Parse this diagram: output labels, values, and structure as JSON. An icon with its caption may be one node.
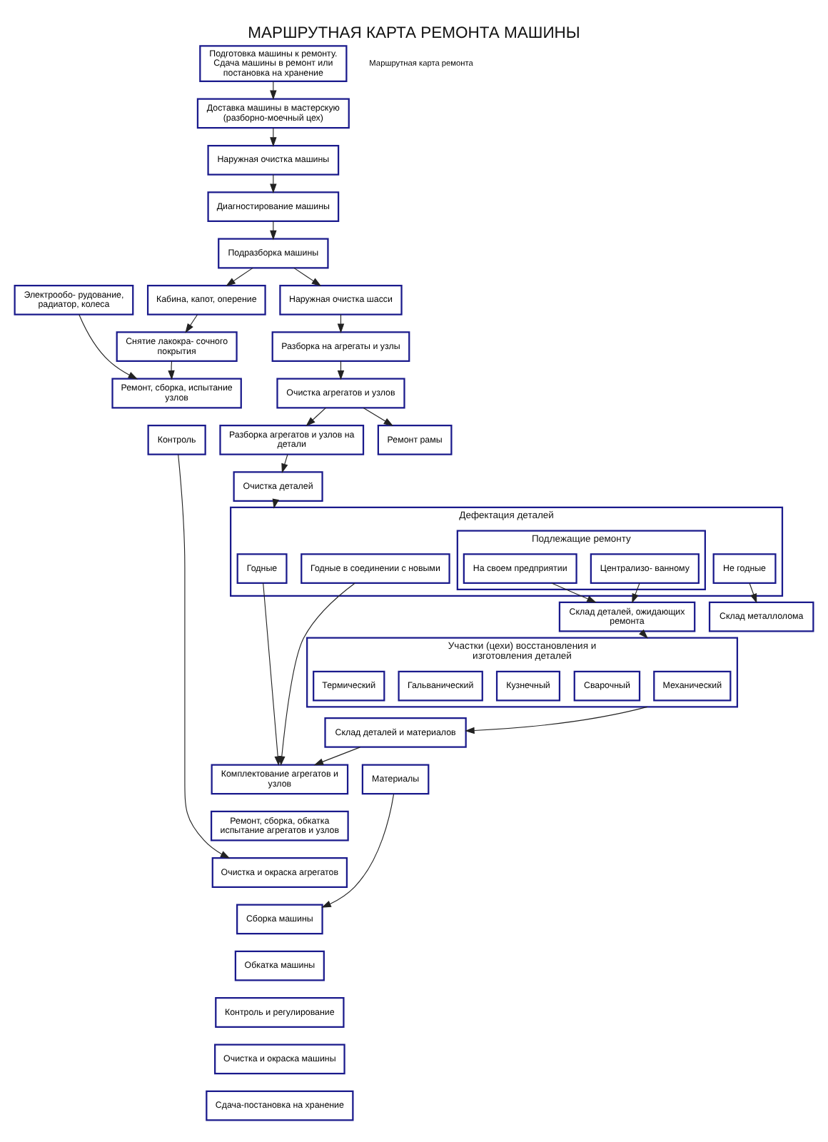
{
  "diagram": {
    "title": "МАРШРУТНАЯ КАРТА РЕМОНТА МАШИНЫ",
    "nodes": [
      {
        "text": [
          "Подготовка машины к ремонту. Сдача машины в ремонт или постановка на хранение"
        ]
      },
      {
        "text": [
          "Доставка машины в мастерскую (разборно-моечный цех)"
        ]
      },
      {
        "text": [
          "Наружная очистка машины"
        ]
      },
      {
        "text": [
          "Диагностирование машины"
        ]
      },
      {
        "text": [
          "Подразборка машины"
        ]
      },
      {
        "text": [
          "Кабина, капот, оперение"
        ]
      },
      {
        "text": [
          "Электрообо- рудование, радиатор, колеса"
        ]
      },
      {
        "text": [
          "Наружная очистка шасси"
        ]
      },
      {
        "text": [
          "Разборка на агрегаты и узлы"
        ]
      },
      {
        "text": [
          "Очистка агрегатов и узлов"
        ]
      },
      {
        "text": [
          "Ремонт рамы"
        ]
      },
      {
        "text": [
          "Разборка агрегатов и узлов на детали"
        ]
      },
      {
        "text": [
          "Склад металлолома"
        ]
      },
      {
        "text": [
          "Очистка деталей"
        ]
      },
      {
        "text": [
          "Дефектация деталей"
        ]
      },
      {
        "text": [
          "Годные"
        ],
        "in": 14
      },
      {
        "text": [
          "Годные в соединении с новыми"
        ],
        "in": 14
      },
      {
        "text": [
          "Подлежащие ремонту"
        ],
        "in": 14
      },
      {
        "text": [
          "Централизо- ванному"
        ],
        "in": 17
      },
      {
        "text": [
          "На своем предприятии"
        ],
        "in": 17
      },
      {
        "text": [
          "Не годные"
        ],
        "in": 14
      },
      {
        "text": [
          "Склад деталей, ожидающих ремонта"
        ]
      },
      {
        "text": [
          "Снятие лакокра- сочного покрытия"
        ]
      },
      {
        "text": [
          "Ремонт, сборка, испытание узлов"
        ]
      },
      {
        "text": [
          "Контроль"
        ]
      },
      {
        "text": [
          "Участки (цехи) восстановления и изготовления деталей"
        ]
      },
      {
        "text": [
          "Механический"
        ],
        "in": 25
      },
      {
        "text": [
          "Сварочный"
        ],
        "in": 25
      },
      {
        "text": [
          "Кузнечный"
        ],
        "in": 25
      },
      {
        "text": [
          "Гальванический"
        ],
        "in": 25
      },
      {
        "text": [
          "Термический"
        ],
        "in": 25
      },
      {
        "text": [
          "Комплектование агрегатов и узлов"
        ]
      },
      {
        "text": [
          "Ремонт, сборка, обкатка испытание агрегатов и узлов"
        ]
      },
      {
        "text": [
          "Очистка и окраска агрегатов"
        ]
      },
      {
        "text": [
          "Сборка машины"
        ]
      },
      {
        "text": [
          "Обкатка машины"
        ]
      },
      {
        "text": [
          "Контроль и регулирование"
        ]
      },
      {
        "text": [
          "Очистка и окраска машины"
        ]
      },
      {
        "text": [
          "Сдача-постановка на хранение"
        ]
      },
      {
        "text": [
          "Склад деталей и материалов"
        ]
      },
      {
        "text": [
          "Материалы"
        ]
      }
    ],
    "edges": [
      {
        "from": 0,
        "to": 1,
        "arrow": "to"
      },
      {
        "from": 1,
        "to": 2,
        "arrow": "to"
      },
      {
        "from": 2,
        "to": 3,
        "arrow": "to"
      },
      {
        "from": 3,
        "to": 4,
        "arrow": "to"
      },
      {
        "from": 4,
        "to": 7,
        "arrow": "to"
      },
      {
        "from": 4,
        "to": 5,
        "arrow": "to"
      },
      {
        "from": 7,
        "to": 8,
        "arrow": "to"
      },
      {
        "from": 8,
        "to": 9,
        "arrow": "to"
      },
      {
        "from": 9,
        "to": 10,
        "arrow": "to"
      },
      {
        "from": 9,
        "to": 11,
        "arrow": "to"
      },
      {
        "from": 11,
        "to": 13,
        "arrow": "to"
      },
      {
        "from": 13,
        "to": 14,
        "arrow": "to"
      },
      {
        "from": 20,
        "to": 12,
        "arrow": "to"
      },
      {
        "from": 5,
        "to": 22,
        "arrow": "to"
      },
      {
        "from": 22,
        "to": 23,
        "arrow": "to"
      },
      {
        "from": 6,
        "to": 23,
        "arrow": "to"
      },
      {
        "from": 24,
        "to": 33,
        "arrow": "to"
      },
      {
        "from": 15,
        "to": 31,
        "arrow": "to"
      },
      {
        "from": 16,
        "to": 31,
        "arrow": "to"
      },
      {
        "from": 18,
        "to": 21,
        "arrow": "to"
      },
      {
        "from": 19,
        "to": 21,
        "arrow": "to"
      },
      {
        "from": 21,
        "to": 25,
        "arrow": "to"
      },
      {
        "from": 25,
        "to": 39,
        "arrow": "to"
      },
      {
        "from": 39,
        "to": 31,
        "arrow": "to"
      },
      {
        "from": 40,
        "to": 34,
        "arrow": "to"
      }
    ],
    "labels": [
      "Маршрутная карта ремонта"
    ]
  }
}
